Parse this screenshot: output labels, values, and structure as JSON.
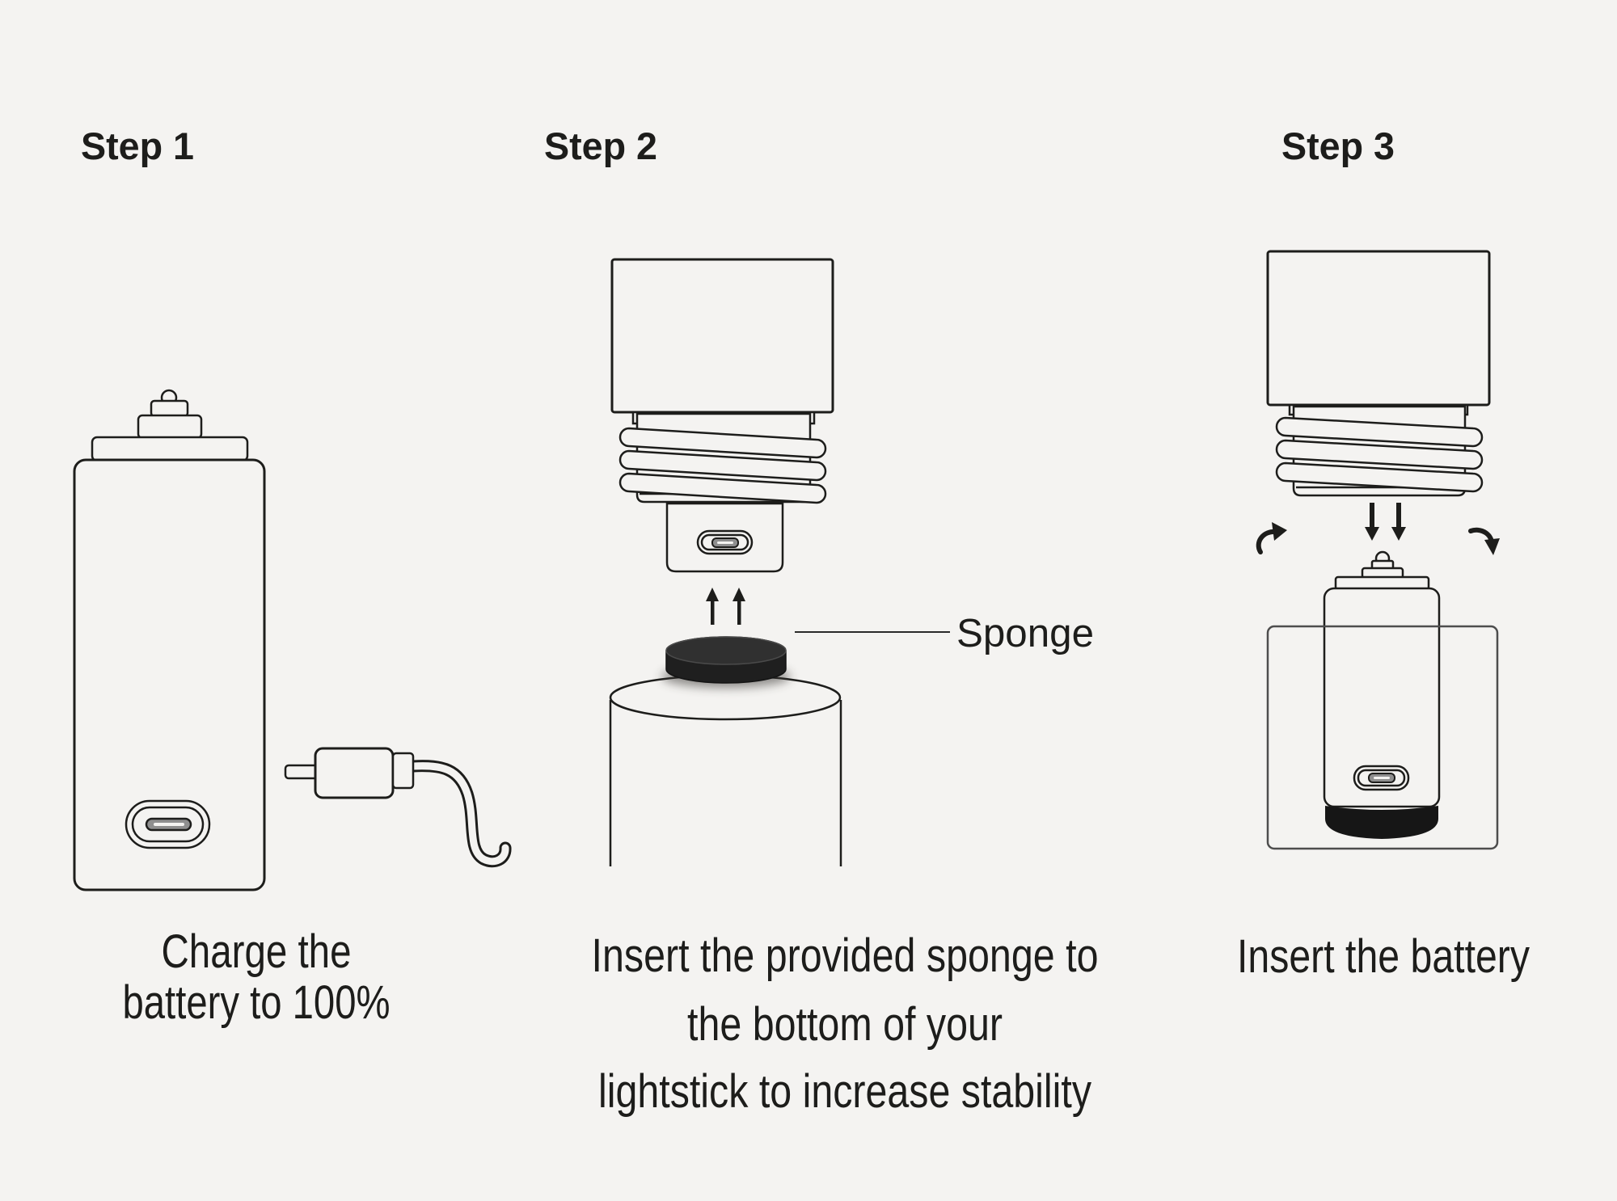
{
  "colors": {
    "background": "#f4f3f1",
    "ink": "#1d1d1b",
    "box_outline": "#4d4d4d",
    "sponge_side": "#1f1f1f",
    "sponge_top": "#303030",
    "battery_base": "#161616",
    "port_slot": "#8f8f8f"
  },
  "steps": [
    {
      "label": "Step 1",
      "caption_lines": [
        "Charge the",
        "battery to 100%"
      ]
    },
    {
      "label": "Step 2",
      "caption_lines": [
        "Insert the provided sponge to",
        "the bottom of your",
        "lightstick to increase stability"
      ]
    },
    {
      "label": "Step 3",
      "caption_lines": [
        "Insert the battery"
      ]
    }
  ],
  "annotations": {
    "sponge_callout": "Sponge"
  }
}
